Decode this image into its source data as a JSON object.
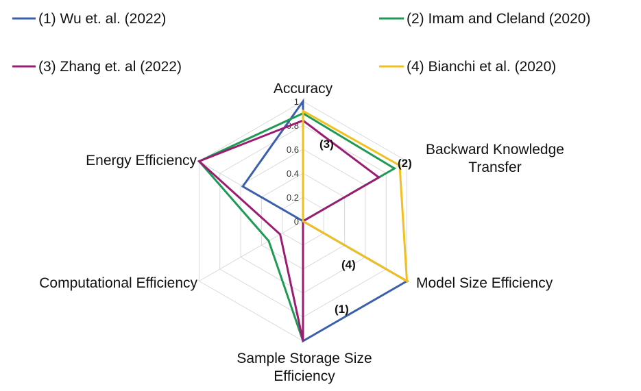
{
  "chart_data": {
    "type": "radar",
    "axes": [
      "Accuracy",
      "Backward Knowledge Transfer",
      "Model Size Efficiency",
      "Sample Storage Size Efficiency",
      "Computational Efficiency",
      "Energy Efficiency"
    ],
    "axis_label_lines": [
      [
        "Accuracy"
      ],
      [
        "Backward Knowledge",
        "Transfer"
      ],
      [
        "Model Size Efficiency"
      ],
      [
        "Sample Storage Size",
        "Efficiency"
      ],
      [
        "Computational Efficiency"
      ],
      [
        "Energy Efficiency"
      ]
    ],
    "ticks": [
      "0",
      "0.2",
      "0.4",
      "0.6",
      "0.8",
      "1"
    ],
    "rlim": [
      0,
      1
    ],
    "grid": true,
    "legend_position": "top",
    "series": [
      {
        "name": "(1) Wu et. al. (2022)",
        "color": "#3b5fad",
        "values": [
          1.0,
          0.0,
          1.0,
          1.0,
          0.0,
          0.58
        ]
      },
      {
        "name": "(2) Imam and Cleland (2020)",
        "color": "#1f9a55",
        "values": [
          0.9,
          0.88,
          0.0,
          1.0,
          0.33,
          1.0
        ]
      },
      {
        "name": "(3) Zhang et. al (2022)",
        "color": "#9b1c72",
        "values": [
          0.84,
          0.73,
          0.0,
          1.0,
          0.22,
          1.0
        ]
      },
      {
        "name": "(4) Bianchi et al. (2020)",
        "color": "#f0c01e",
        "values": [
          0.92,
          0.93,
          1.0,
          0.0,
          0.0,
          0.0
        ]
      }
    ],
    "annotations": [
      "(1)",
      "(2)",
      "(3)",
      "(4)"
    ]
  }
}
